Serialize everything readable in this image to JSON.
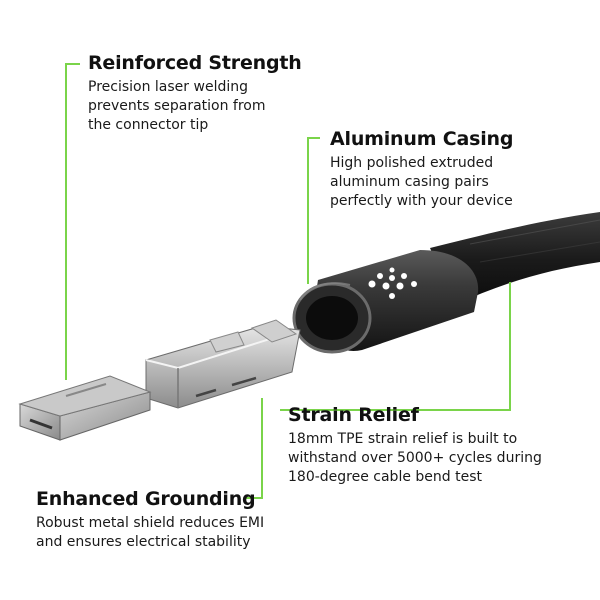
{
  "accent_color": "#7ad44a",
  "callouts": {
    "reinforced": {
      "title": "Reinforced Strength",
      "lines": [
        "Precision laser welding",
        "prevents separation from",
        "the connector tip"
      ]
    },
    "aluminum": {
      "title": "Aluminum Casing",
      "lines": [
        "High polished extruded",
        "aluminum casing pairs",
        "perfectly with your device"
      ]
    },
    "strain": {
      "title": "Strain Relief",
      "lines": [
        "18mm TPE strain relief is built to",
        "withstand over 5000+ cycles during",
        "180-degree cable bend test"
      ]
    },
    "grounding": {
      "title": "Enhanced Grounding",
      "lines": [
        "Robust metal shield reduces EMI",
        "and ensures electrical stability"
      ]
    }
  },
  "product": {
    "parts": [
      "micro-usb-plug",
      "metal-shield",
      "aluminum-housing",
      "braided-cable"
    ],
    "icons": [
      "logo-dots-icon"
    ]
  }
}
